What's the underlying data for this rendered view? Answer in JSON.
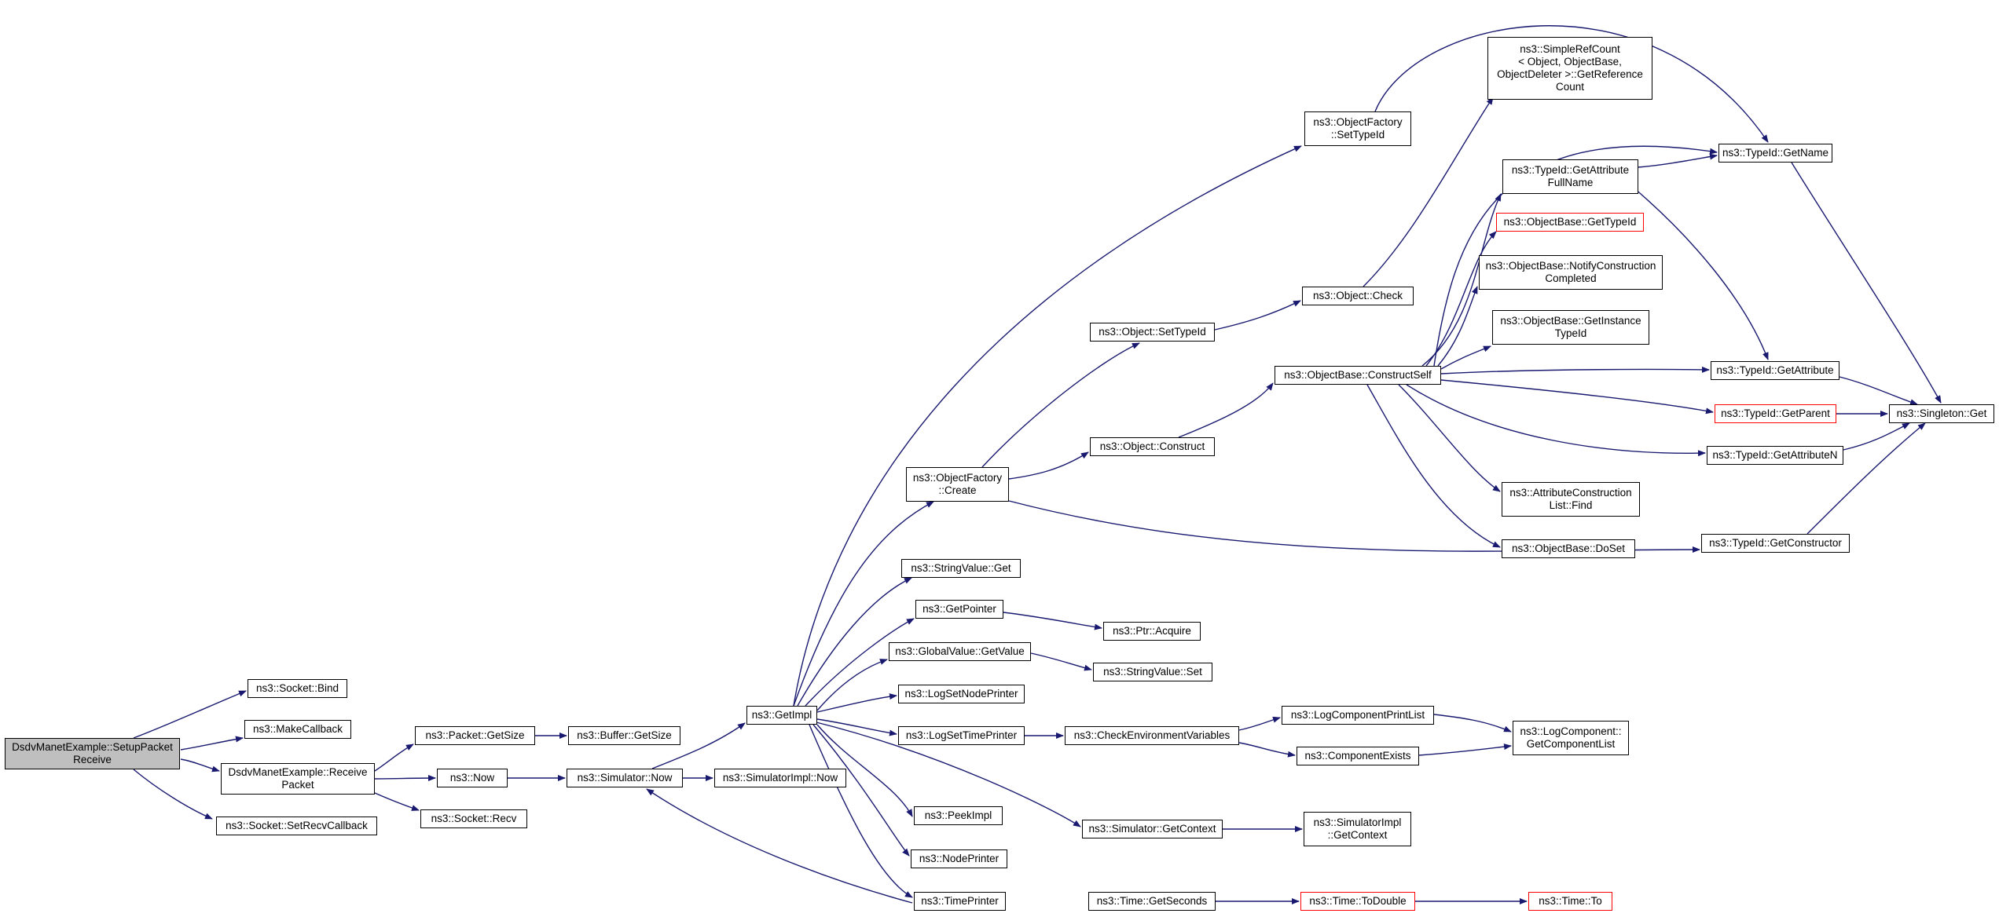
{
  "graph": {
    "colors": {
      "edge": "#191970",
      "node_border": "#000000",
      "root_fill": "#bfbfbf",
      "highlight_border": "#ff0000"
    },
    "nodes": {
      "root": "DsdvManetExample::SetupPacket\nReceive",
      "socket_bind": "ns3::Socket::Bind",
      "make_callback": "ns3::MakeCallback",
      "receive_packet": "DsdvManetExample::Receive\nPacket",
      "set_recv_callback": "ns3::Socket::SetRecvCallback",
      "packet_getsize": "ns3::Packet::GetSize",
      "now": "ns3::Now",
      "socket_recv": "ns3::Socket::Recv",
      "buffer_getsize": "ns3::Buffer::GetSize",
      "simulator_now": "ns3::Simulator::Now",
      "simimpl_now": "ns3::SimulatorImpl::Now",
      "getimpl": "ns3::GetImpl",
      "objfactory_settypeid": "ns3::ObjectFactory\n::SetTypeId",
      "objfactory_create": "ns3::ObjectFactory\n::Create",
      "stringvalue_get": "ns3::StringValue::Get",
      "getpointer": "ns3::GetPointer",
      "globalvalue_getvalue": "ns3::GlobalValue::GetValue",
      "logsetnodeprinter": "ns3::LogSetNodePrinter",
      "logsettimeprinter": "ns3::LogSetTimePrinter",
      "peekimpl": "ns3::PeekImpl",
      "nodeprinter": "ns3::NodePrinter",
      "timeprinter": "ns3::TimePrinter",
      "object_settypeid": "ns3::Object::SetTypeId",
      "object_construct": "ns3::Object::Construct",
      "ptr_acquire": "ns3::Ptr::Acquire",
      "stringvalue_set": "ns3::StringValue::Set",
      "checkenv": "ns3::CheckEnvironmentVariables",
      "simulator_getcontext": "ns3::Simulator::GetContext",
      "time_getseconds": "ns3::Time::GetSeconds",
      "object_check": "ns3::Object::Check",
      "constructself": "ns3::ObjectBase::ConstructSelf",
      "logcomponentprintlist": "ns3::LogComponentPrintList",
      "componentexists": "ns3::ComponentExists",
      "simimpl_getcontext": "ns3::SimulatorImpl\n::GetContext",
      "time_todouble": "ns3::Time::ToDouble",
      "simplerefcount": "ns3::SimpleRefCount\n< Object, ObjectBase,\nObjectDeleter >::GetReference\nCount",
      "typeid_getattributefullname": "ns3::TypeId::GetAttribute\nFullName",
      "objbase_gettypeid": "ns3::ObjectBase::GetTypeId",
      "objbase_notifyconstruction": "ns3::ObjectBase::NotifyConstruction\nCompleted",
      "objbase_getinstancetypeid": "ns3::ObjectBase::GetInstance\nTypeId",
      "attrconstructionlist_find": "ns3::AttributeConstruction\nList::Find",
      "objbase_doset": "ns3::ObjectBase::DoSet",
      "logcomponent_getcomponentlist": "ns3::LogComponent::\nGetComponentList",
      "time_to": "ns3::Time::To",
      "typeid_getname": "ns3::TypeId::GetName",
      "typeid_getattribute": "ns3::TypeId::GetAttribute",
      "typeid_getparent": "ns3::TypeId::GetParent",
      "typeid_getattributen": "ns3::TypeId::GetAttributeN",
      "typeid_getconstructor": "ns3::TypeId::GetConstructor",
      "singleton_get": "ns3::Singleton::Get"
    }
  }
}
